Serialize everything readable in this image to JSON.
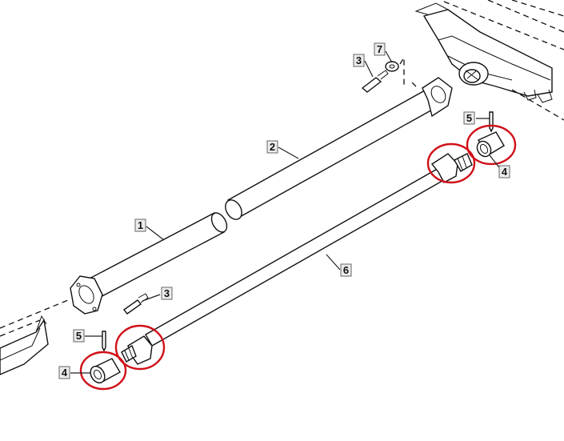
{
  "callouts": [
    {
      "id": "1",
      "label": "1"
    },
    {
      "id": "2",
      "label": "2"
    },
    {
      "id": "3a",
      "label": "3"
    },
    {
      "id": "3b",
      "label": "3"
    },
    {
      "id": "4a",
      "label": "4"
    },
    {
      "id": "4b",
      "label": "4"
    },
    {
      "id": "5a",
      "label": "5"
    },
    {
      "id": "5b",
      "label": "5"
    },
    {
      "id": "6",
      "label": "6"
    },
    {
      "id": "7",
      "label": "7"
    }
  ],
  "colors": {
    "highlight": "#d01018",
    "line": "#111111",
    "callout_fill": "#ececec"
  }
}
